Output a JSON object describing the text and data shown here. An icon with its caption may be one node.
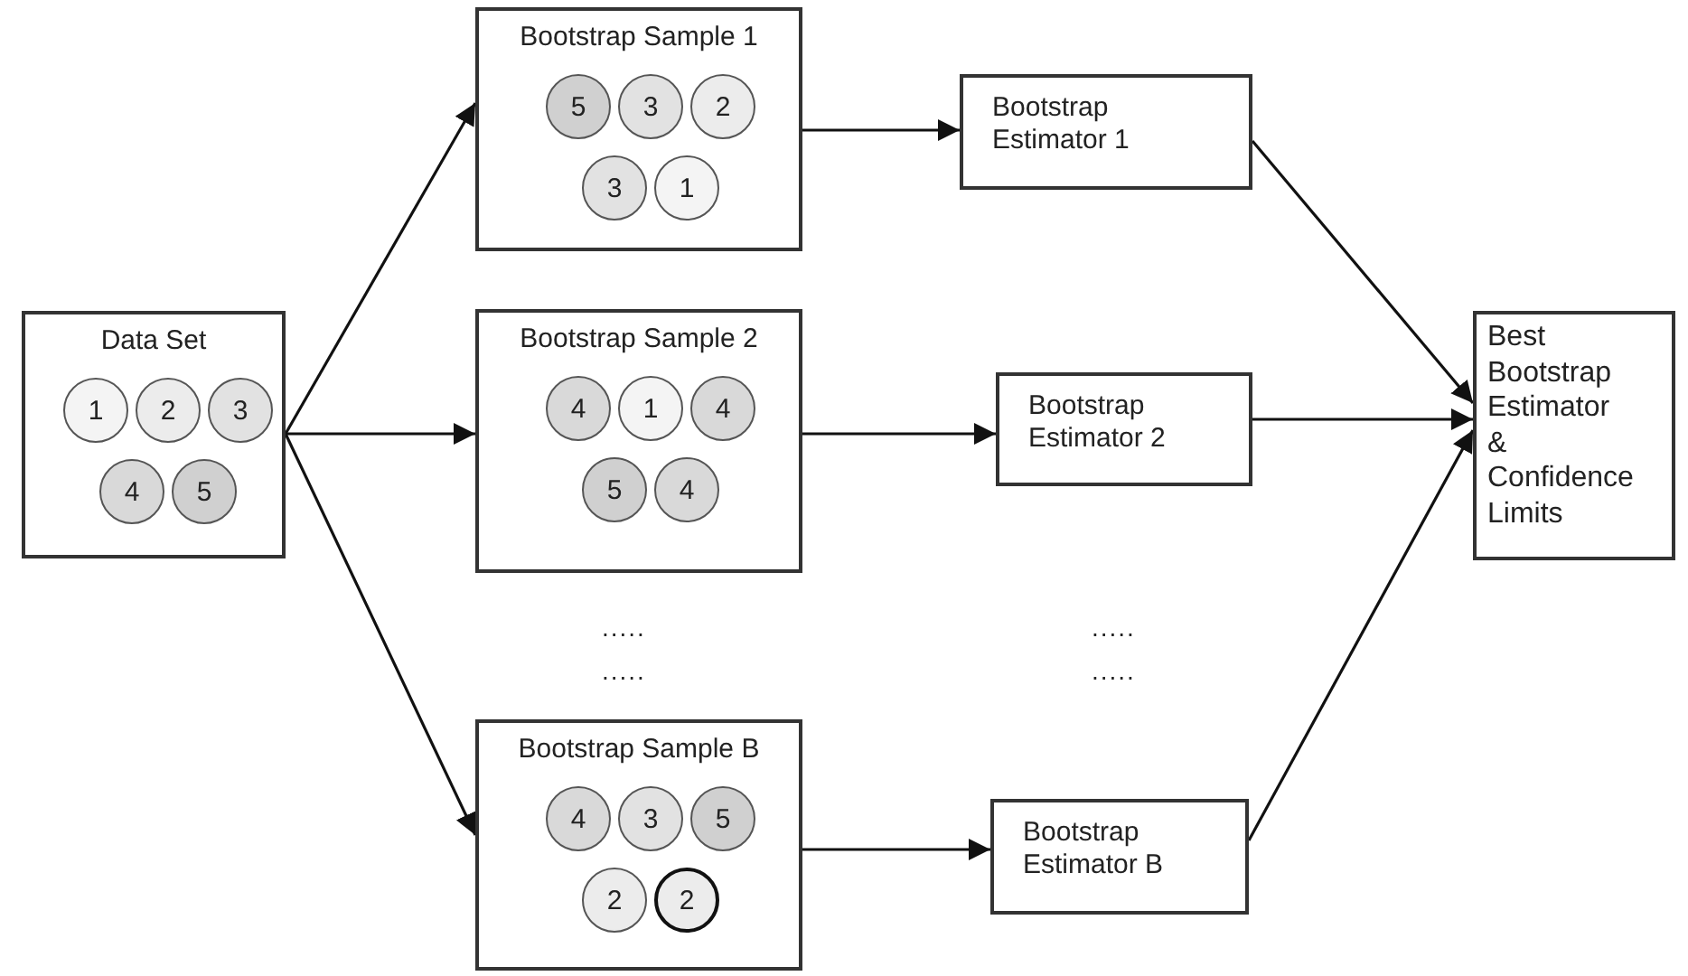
{
  "diagram": {
    "nodes": [
      {
        "text": [
          "Data Set"
        ]
      },
      {
        "text": [
          "1"
        ],
        "in": 0
      },
      {
        "text": [
          "2"
        ],
        "in": 0
      },
      {
        "text": [
          "3"
        ],
        "in": 0
      },
      {
        "text": [
          "4"
        ],
        "in": 0
      },
      {
        "text": [
          "5"
        ],
        "in": 0
      },
      {
        "text": [
          "Bootstrap Sample 1"
        ]
      },
      {
        "text": [
          "5"
        ],
        "in": 6
      },
      {
        "text": [
          "3"
        ],
        "in": 6
      },
      {
        "text": [
          "2"
        ],
        "in": 6
      },
      {
        "text": [
          "3"
        ],
        "in": 6
      },
      {
        "text": [
          "1"
        ],
        "in": 6
      },
      {
        "text": [
          "Bootstrap Sample 2"
        ]
      },
      {
        "text": [
          "4"
        ],
        "in": 12
      },
      {
        "text": [
          "1"
        ],
        "in": 12
      },
      {
        "text": [
          "4"
        ],
        "in": 12
      },
      {
        "text": [
          "5"
        ],
        "in": 12
      },
      {
        "text": [
          "4"
        ],
        "in": 12
      },
      {
        "text": [
          "Bootstrap Sample B"
        ]
      },
      {
        "text": [
          "4"
        ],
        "in": 18
      },
      {
        "text": [
          "3"
        ],
        "in": 18
      },
      {
        "text": [
          "5"
        ],
        "in": 18
      },
      {
        "text": [
          "2"
        ],
        "in": 18
      },
      {
        "text": [
          "2"
        ],
        "in": 18
      },
      {
        "text": [
          "Bootstrap Estimator 1"
        ]
      },
      {
        "text": [
          "Bootstrap Estimator 2"
        ]
      },
      {
        "text": [
          "Bootstrap Estimator B"
        ]
      },
      {
        "text": [
          "Best Bootstrap Estimator & Confidence Limits"
        ]
      }
    ],
    "edges": [
      {
        "from": 0,
        "to": 6,
        "arrow": "to"
      },
      {
        "from": 0,
        "to": 12,
        "arrow": "to"
      },
      {
        "from": 0,
        "to": 18,
        "arrow": "to"
      },
      {
        "from": 6,
        "to": 24,
        "arrow": "to"
      },
      {
        "from": 12,
        "to": 25,
        "arrow": "to"
      },
      {
        "from": 18,
        "to": 26,
        "arrow": "to"
      },
      {
        "from": 24,
        "to": 27,
        "arrow": "to"
      },
      {
        "from": 25,
        "to": 27,
        "arrow": "to"
      },
      {
        "from": 26,
        "to": 27,
        "arrow": "to"
      }
    ],
    "labels": [
      ".....",
      ".....",
      ".....",
      "....."
    ]
  }
}
